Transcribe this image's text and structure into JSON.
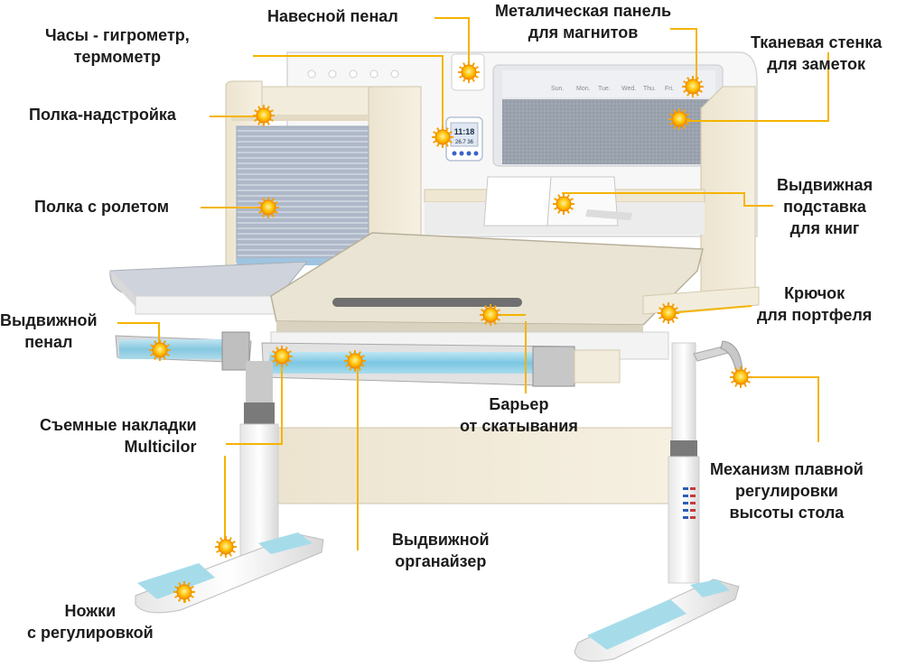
{
  "callouts": [
    {
      "id": "pencil-case",
      "lines": [
        "Навесной пенал"
      ]
    },
    {
      "id": "metal-panel",
      "lines": [
        "Металическая панель",
        "для магнитов"
      ]
    },
    {
      "id": "clock",
      "lines": [
        "Часы - гигрометр,",
        "термометр"
      ]
    },
    {
      "id": "fabric-wall",
      "lines": [
        "Тканевая стенка",
        "для заметок"
      ]
    },
    {
      "id": "top-shelf",
      "lines": [
        "Полка-надстройка"
      ]
    },
    {
      "id": "roller-shelf",
      "lines": [
        "Полка с ролетом"
      ]
    },
    {
      "id": "book-stand",
      "lines": [
        "Выдвижная",
        "подставка",
        "для книг"
      ]
    },
    {
      "id": "bag-hook",
      "lines": [
        "Крючок",
        "для портфеля"
      ]
    },
    {
      "id": "pull-pencil-case",
      "lines": [
        "Выдвижной",
        "пенал"
      ]
    },
    {
      "id": "covers",
      "lines": [
        "Съемные накладки",
        "Multicilor"
      ]
    },
    {
      "id": "roll-barrier",
      "lines": [
        "Барьер",
        "от скатывания"
      ]
    },
    {
      "id": "height-mechanism",
      "lines": [
        "Механизм плавной",
        "регулировки",
        "высоты стола"
      ]
    },
    {
      "id": "organizer",
      "lines": [
        "Выдвижной",
        "органайзер"
      ]
    },
    {
      "id": "legs",
      "lines": [
        "Ножки",
        "с регулировкой"
      ]
    }
  ],
  "clock_display": {
    "time": "11:18",
    "sub": "26.7 36"
  },
  "memo_days": [
    "Sun.",
    "Mon.",
    "Tue.",
    "Wed.",
    "Thu.",
    "Fri."
  ],
  "colors": {
    "leader": "#f5b400",
    "marker": "#ffc000",
    "accent": "#8ecfe6",
    "desk": "#e8e4d6",
    "wood": "#f0e9d6"
  }
}
